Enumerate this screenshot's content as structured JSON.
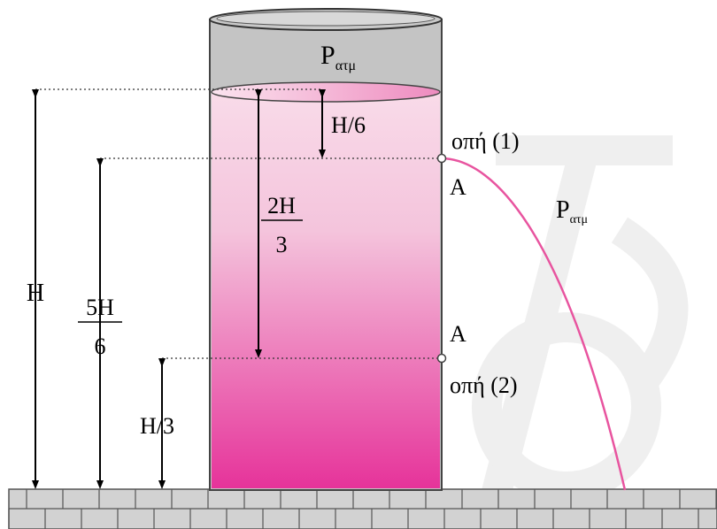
{
  "labels": {
    "p_atm_base_top": "P",
    "p_atm_sub_top": "ατμ",
    "p_atm_base_jet": "P",
    "p_atm_sub_jet": "ατμ",
    "h_sixth": "H/6",
    "two_h_num": "2H",
    "two_h_den": "3",
    "h_total": "H",
    "five_h_num": "5H",
    "five_h_den": "6",
    "h_third": "H/3",
    "hole_1": "οπή (1)",
    "hole_2": "οπή (2)",
    "point_a_upper": "Α",
    "point_a_lower": "Α"
  },
  "colors": {
    "liquid_top": "#f7d3e5",
    "liquid_bottom": "#e6339a",
    "jet": "#e8549f",
    "tank_gray": "#bdbdbd",
    "ground_gray": "#cfcfcf",
    "watermark": "#efefef"
  }
}
